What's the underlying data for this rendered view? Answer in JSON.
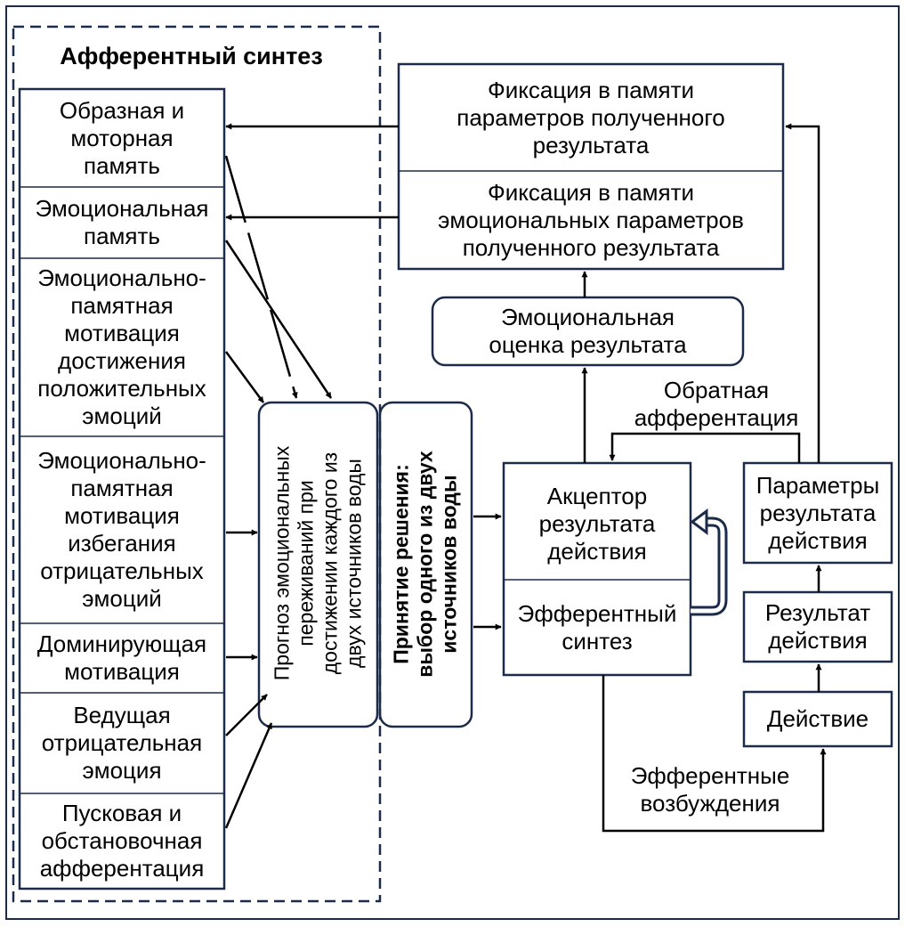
{
  "colors": {
    "stroke": "#1c2b4a",
    "text": "#000000",
    "background": "#ffffff"
  },
  "afferent": {
    "title": "Афферентный синтез",
    "items": [
      "Образная и\nмоторная\nпамять",
      "Эмоциональная\nпамять",
      "Эмоционально-\nпамятная\nмотивация\nдостижения\nположительных\nэмоций",
      "Эмоционально-\nпамятная\nмотивация\nизбегания\nотрицательных\nэмоций",
      "Доминирующая\nмотивация",
      "Ведущая\nотрицательная\nэмоция",
      "Пусковая и\nобстановочная\nафферентация"
    ]
  },
  "forecast": "Прогноз эмоциональных\nпереживаний при\nдостижении каждого из\nдвух источников воды",
  "decision": "Принятие решения:\nвыбор одного из двух\nисточников воды",
  "memory": {
    "fixation_result": "Фиксация в памяти\nпараметров полученного\nрезультата",
    "fixation_emotional": "Фиксация в памяти\nэмоциональных параметров\nполученного результата"
  },
  "emotional_assessment": "Эмоциональная\nоценка результата",
  "feedback_label": "Обратная\nафферентация",
  "acceptor": "Акцептор\nрезультата\nдействия",
  "efferent_synthesis": "Эфферентный\nсинтез",
  "result_params": "Параметры\nрезультата\nдействия",
  "action_result": "Результат\nдействия",
  "action": "Действие",
  "efferent_excitations": "Эфферентные\nвозбуждения"
}
